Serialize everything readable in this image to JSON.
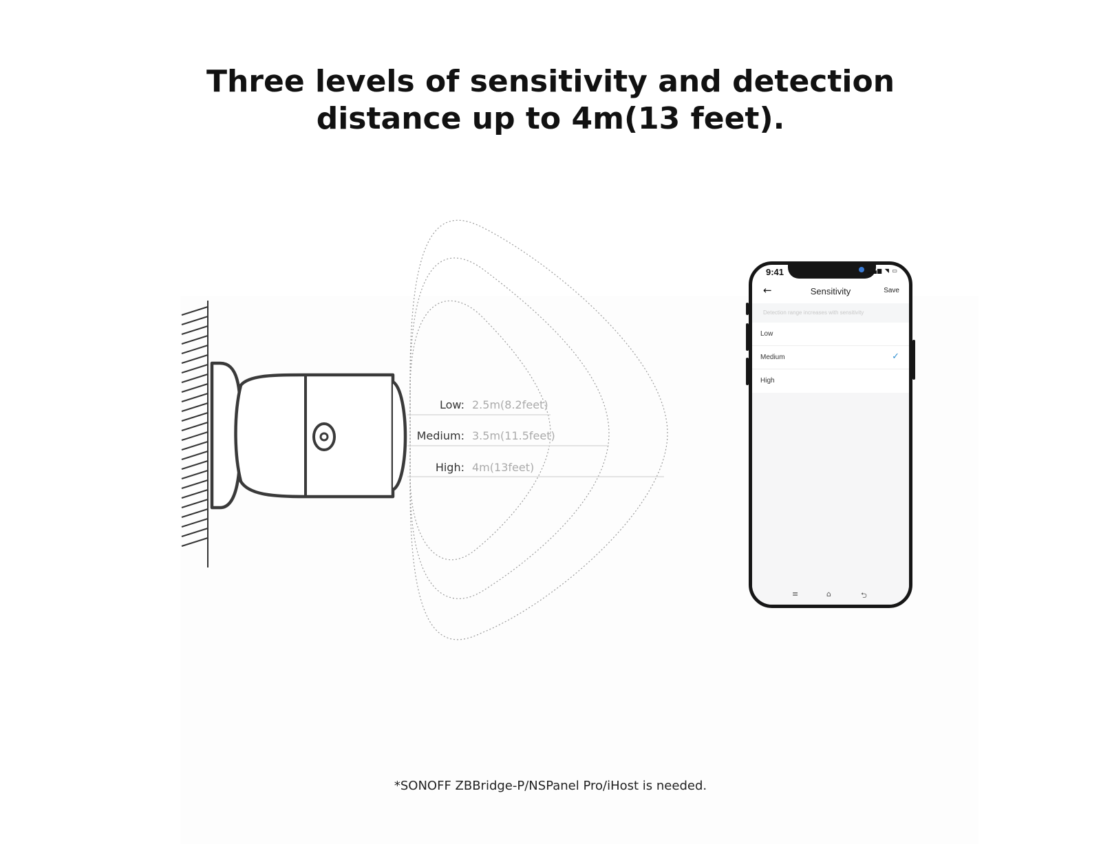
{
  "headline": {
    "line1": "Three levels of sensitivity and detection",
    "line2": "distance up to 4m(13 feet)."
  },
  "levels": [
    {
      "name": "Low:",
      "distance": "2.5m(8.2feet)"
    },
    {
      "name": "Medium:",
      "distance": "3.5m(11.5feet)"
    },
    {
      "name": "High:",
      "distance": "4m(13feet)"
    }
  ],
  "phone": {
    "status_time": "9:41",
    "status_icons": "▂▄▆ ◥ ▭",
    "back_icon": "←",
    "title": "Sensitivity",
    "save_label": "Save",
    "hint": "Detection range increases with sensitivity",
    "options": [
      {
        "label": "Low",
        "selected": false
      },
      {
        "label": "Medium",
        "selected": true
      },
      {
        "label": "High",
        "selected": false
      }
    ],
    "check_icon": "✓",
    "bottom_nav": {
      "menu_icon": "≡",
      "home_icon": "⌂",
      "back_icon": "⮌"
    },
    "accent_color": "#2f8fd0"
  },
  "footnote": "*SONOFF ZBBridge-P/NSPanel Pro/iHost is needed."
}
